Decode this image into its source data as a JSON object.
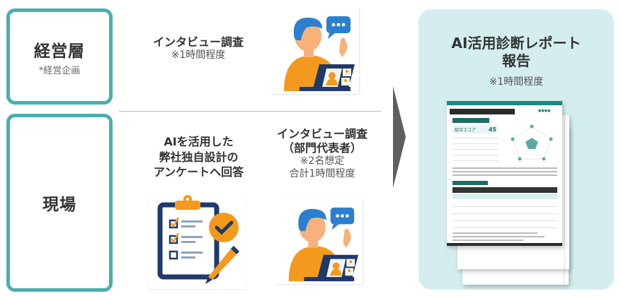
{
  "roles": {
    "management": {
      "title": "経営層",
      "subtitle": "*経営企画"
    },
    "field": {
      "title": "現場"
    }
  },
  "management_step": {
    "title": "インタビュー調査",
    "note": "※1時間程度",
    "illustration": "video-call-person-icon"
  },
  "field_steps": [
    {
      "title_lines": [
        "AIを活用した",
        "弊社独自設計の",
        "アンケートへ回答"
      ],
      "illustration": "clipboard-checklist-icon"
    },
    {
      "title_lines": [
        "インタビュー調査",
        "（部門代表者）"
      ],
      "note_lines": [
        "※2名想定",
        "合計1時間程度"
      ],
      "illustration": "video-call-person-icon"
    }
  ],
  "report": {
    "title_lines": [
      "AI活用診断レポート",
      "報告"
    ],
    "note": "※1時間程度",
    "thumbnail": {
      "score_label": "総合スコア",
      "score_value": "45"
    }
  },
  "colors": {
    "teal_border": "#4aaeae",
    "report_bg": "#d4eef0",
    "arrow": "#5f5f5f",
    "orange": "#f39a1e",
    "navy": "#1e3a6a",
    "blue": "#2b7fd1"
  }
}
